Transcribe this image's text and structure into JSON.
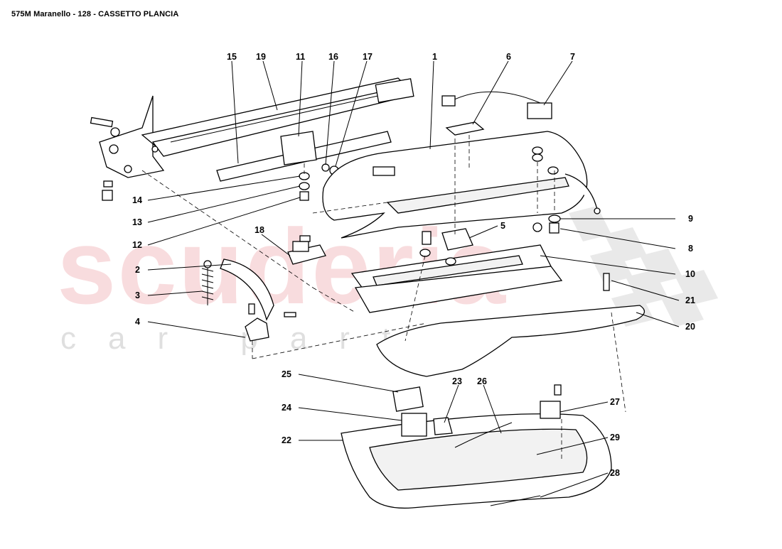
{
  "title": "575M Maranello - 128 - CASSETTO PLANCIA",
  "watermark": {
    "main": "scuderia",
    "sub": "car parts"
  },
  "callouts": [
    "1",
    "2",
    "3",
    "4",
    "6",
    "7",
    "8",
    "9",
    "10",
    "11",
    "12",
    "13",
    "14",
    "15",
    "16",
    "17",
    "18",
    "19",
    "20",
    "21",
    "22",
    "23",
    "24",
    "25",
    "26",
    "27",
    "28",
    "29",
    "5"
  ]
}
